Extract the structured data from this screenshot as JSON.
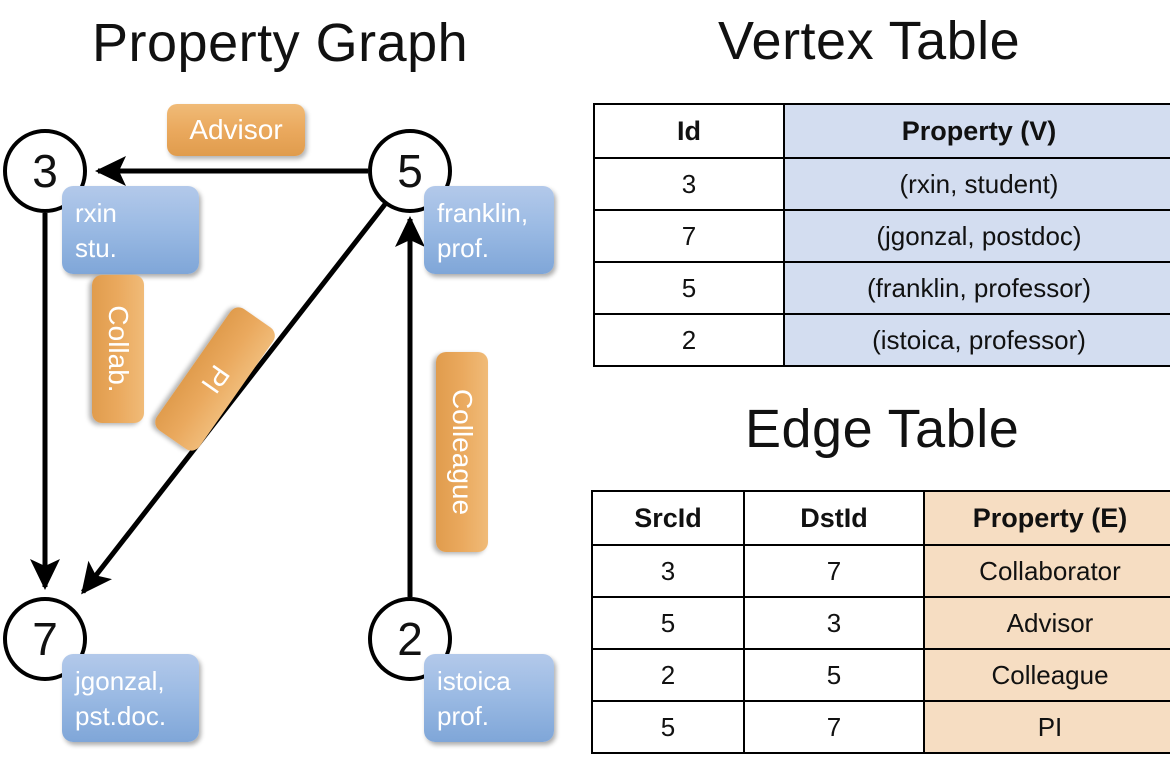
{
  "titles": {
    "property_graph": "Property Graph",
    "vertex_table": "Vertex Table",
    "edge_table": "Edge Table"
  },
  "colors": {
    "vertex_header_fill": "#d3ddf0",
    "edge_header_fill": "#f6ddc2",
    "callout_blue": "#9cbbe4",
    "edge_label_orange": "#eaa95e",
    "stroke": "#000000",
    "background": "#ffffff"
  },
  "graph": {
    "vertices": [
      {
        "id": "3",
        "property_lines": [
          "rxin",
          "stu."
        ]
      },
      {
        "id": "5",
        "property_lines": [
          "franklin,",
          "prof."
        ]
      },
      {
        "id": "7",
        "property_lines": [
          "jgonzal,",
          "pst.doc."
        ]
      },
      {
        "id": "2",
        "property_lines": [
          "istoica",
          "prof."
        ]
      }
    ],
    "edge_labels": [
      {
        "name": "advisor",
        "text": "Advisor",
        "from": "5",
        "to": "3"
      },
      {
        "name": "collab",
        "text": "Collab.",
        "from": "3",
        "to": "7"
      },
      {
        "name": "pi",
        "text": "PI",
        "from": "5",
        "to": "7"
      },
      {
        "name": "colleague",
        "text": "Colleague",
        "from": "2",
        "to": "5"
      }
    ]
  },
  "vertex_table": {
    "headers": [
      "Id",
      "Property (V)"
    ],
    "rows": [
      {
        "id": "3",
        "property": "(rxin, student)"
      },
      {
        "id": "7",
        "property": "(jgonzal, postdoc)"
      },
      {
        "id": "5",
        "property": "(franklin, professor)"
      },
      {
        "id": "2",
        "property": "(istoica, professor)"
      }
    ]
  },
  "edge_table": {
    "headers": [
      "SrcId",
      "DstId",
      "Property (E)"
    ],
    "rows": [
      {
        "src": "3",
        "dst": "7",
        "property": "Collaborator"
      },
      {
        "src": "5",
        "dst": "3",
        "property": "Advisor"
      },
      {
        "src": "2",
        "dst": "5",
        "property": "Colleague"
      },
      {
        "src": "5",
        "dst": "7",
        "property": "PI"
      }
    ]
  }
}
